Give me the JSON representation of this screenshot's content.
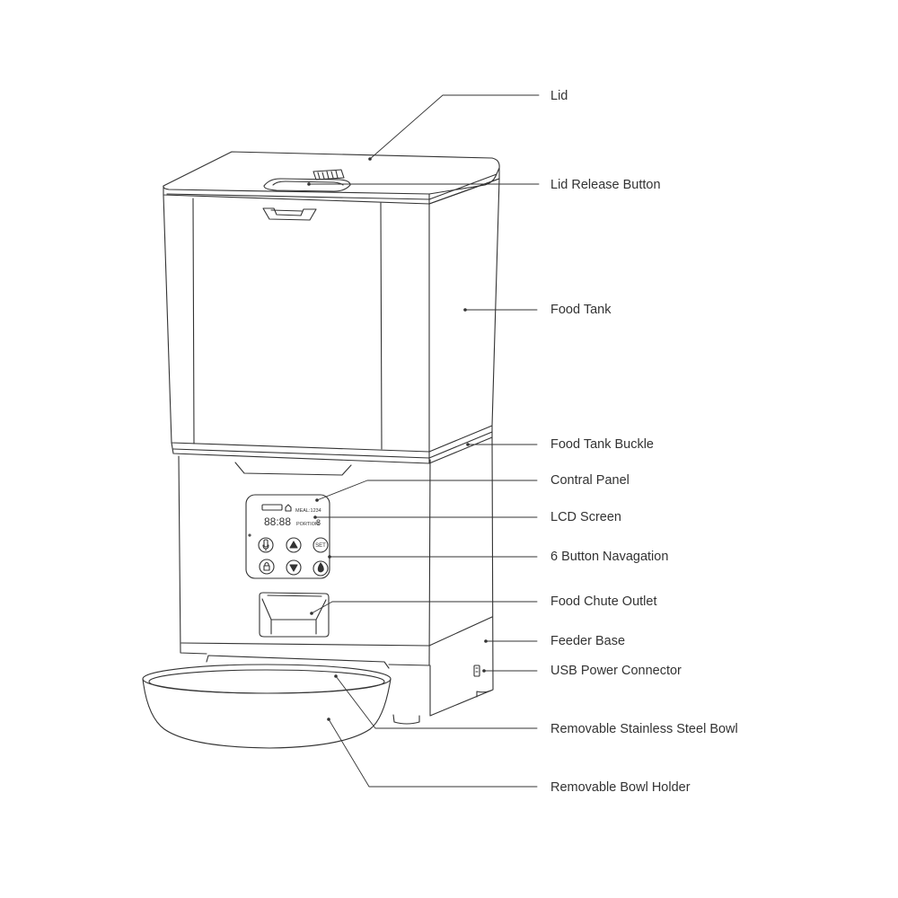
{
  "labels": {
    "lid": "Lid",
    "lid_release_button": "Lid Release Button",
    "food_tank": "Food Tank",
    "food_tank_buckle": "Food Tank Buckle",
    "control_panel": "Contral Panel",
    "lcd_screen": "LCD Screen",
    "button_navigation": "6 Button Navagation",
    "food_chute_outlet": "Food Chute Outlet",
    "feeder_base": "Feeder Base",
    "usb_power_connector": "USB Power Connector",
    "stainless_steel_bowl": "Removable Stainless Steel Bowl",
    "bowl_holder": "Removable Bowl Holder"
  },
  "lcd": {
    "meal_text": "MEAL:1234",
    "digits": "88:88",
    "portion_text": "PORTION:",
    "portion_digit": "8"
  },
  "buttons": {
    "set_label": "SET"
  },
  "colors": {
    "line": "#333333",
    "label": "#333333",
    "background": "#ffffff"
  }
}
